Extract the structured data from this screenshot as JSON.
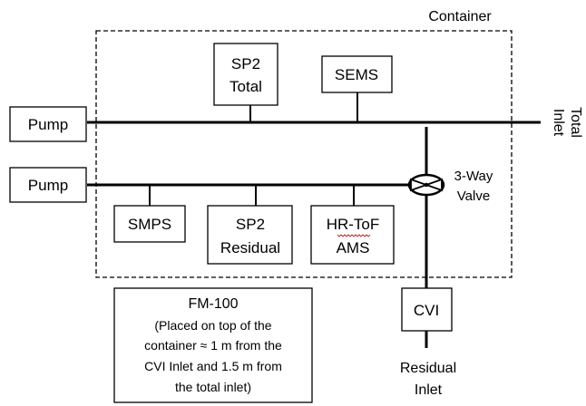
{
  "container_label": "Container",
  "inlets": {
    "total_line1": "Total",
    "total_line2": "Inlet",
    "residual_line1": "Residual",
    "residual_line2": "Inlet"
  },
  "pumps": {
    "top": "Pump",
    "bottom": "Pump"
  },
  "instruments": {
    "sp2_total_line1": "SP2",
    "sp2_total_line2": "Total",
    "sems": "SEMS",
    "smps": "SMPS",
    "sp2_residual_line1": "SP2",
    "sp2_residual_line2": "Residual",
    "hrtof_line1": "HR-ToF",
    "hrtof_line2": "AMS",
    "cvi": "CVI"
  },
  "valve": {
    "line1": "3-Way",
    "line2": "Valve"
  },
  "fm100": {
    "title": "FM-100",
    "note_line1": "(Placed on top of the",
    "note_line2": "container ≈ 1 m from the",
    "note_line3": "CVI Inlet and 1.5 m from",
    "note_line4": "the total inlet)"
  }
}
